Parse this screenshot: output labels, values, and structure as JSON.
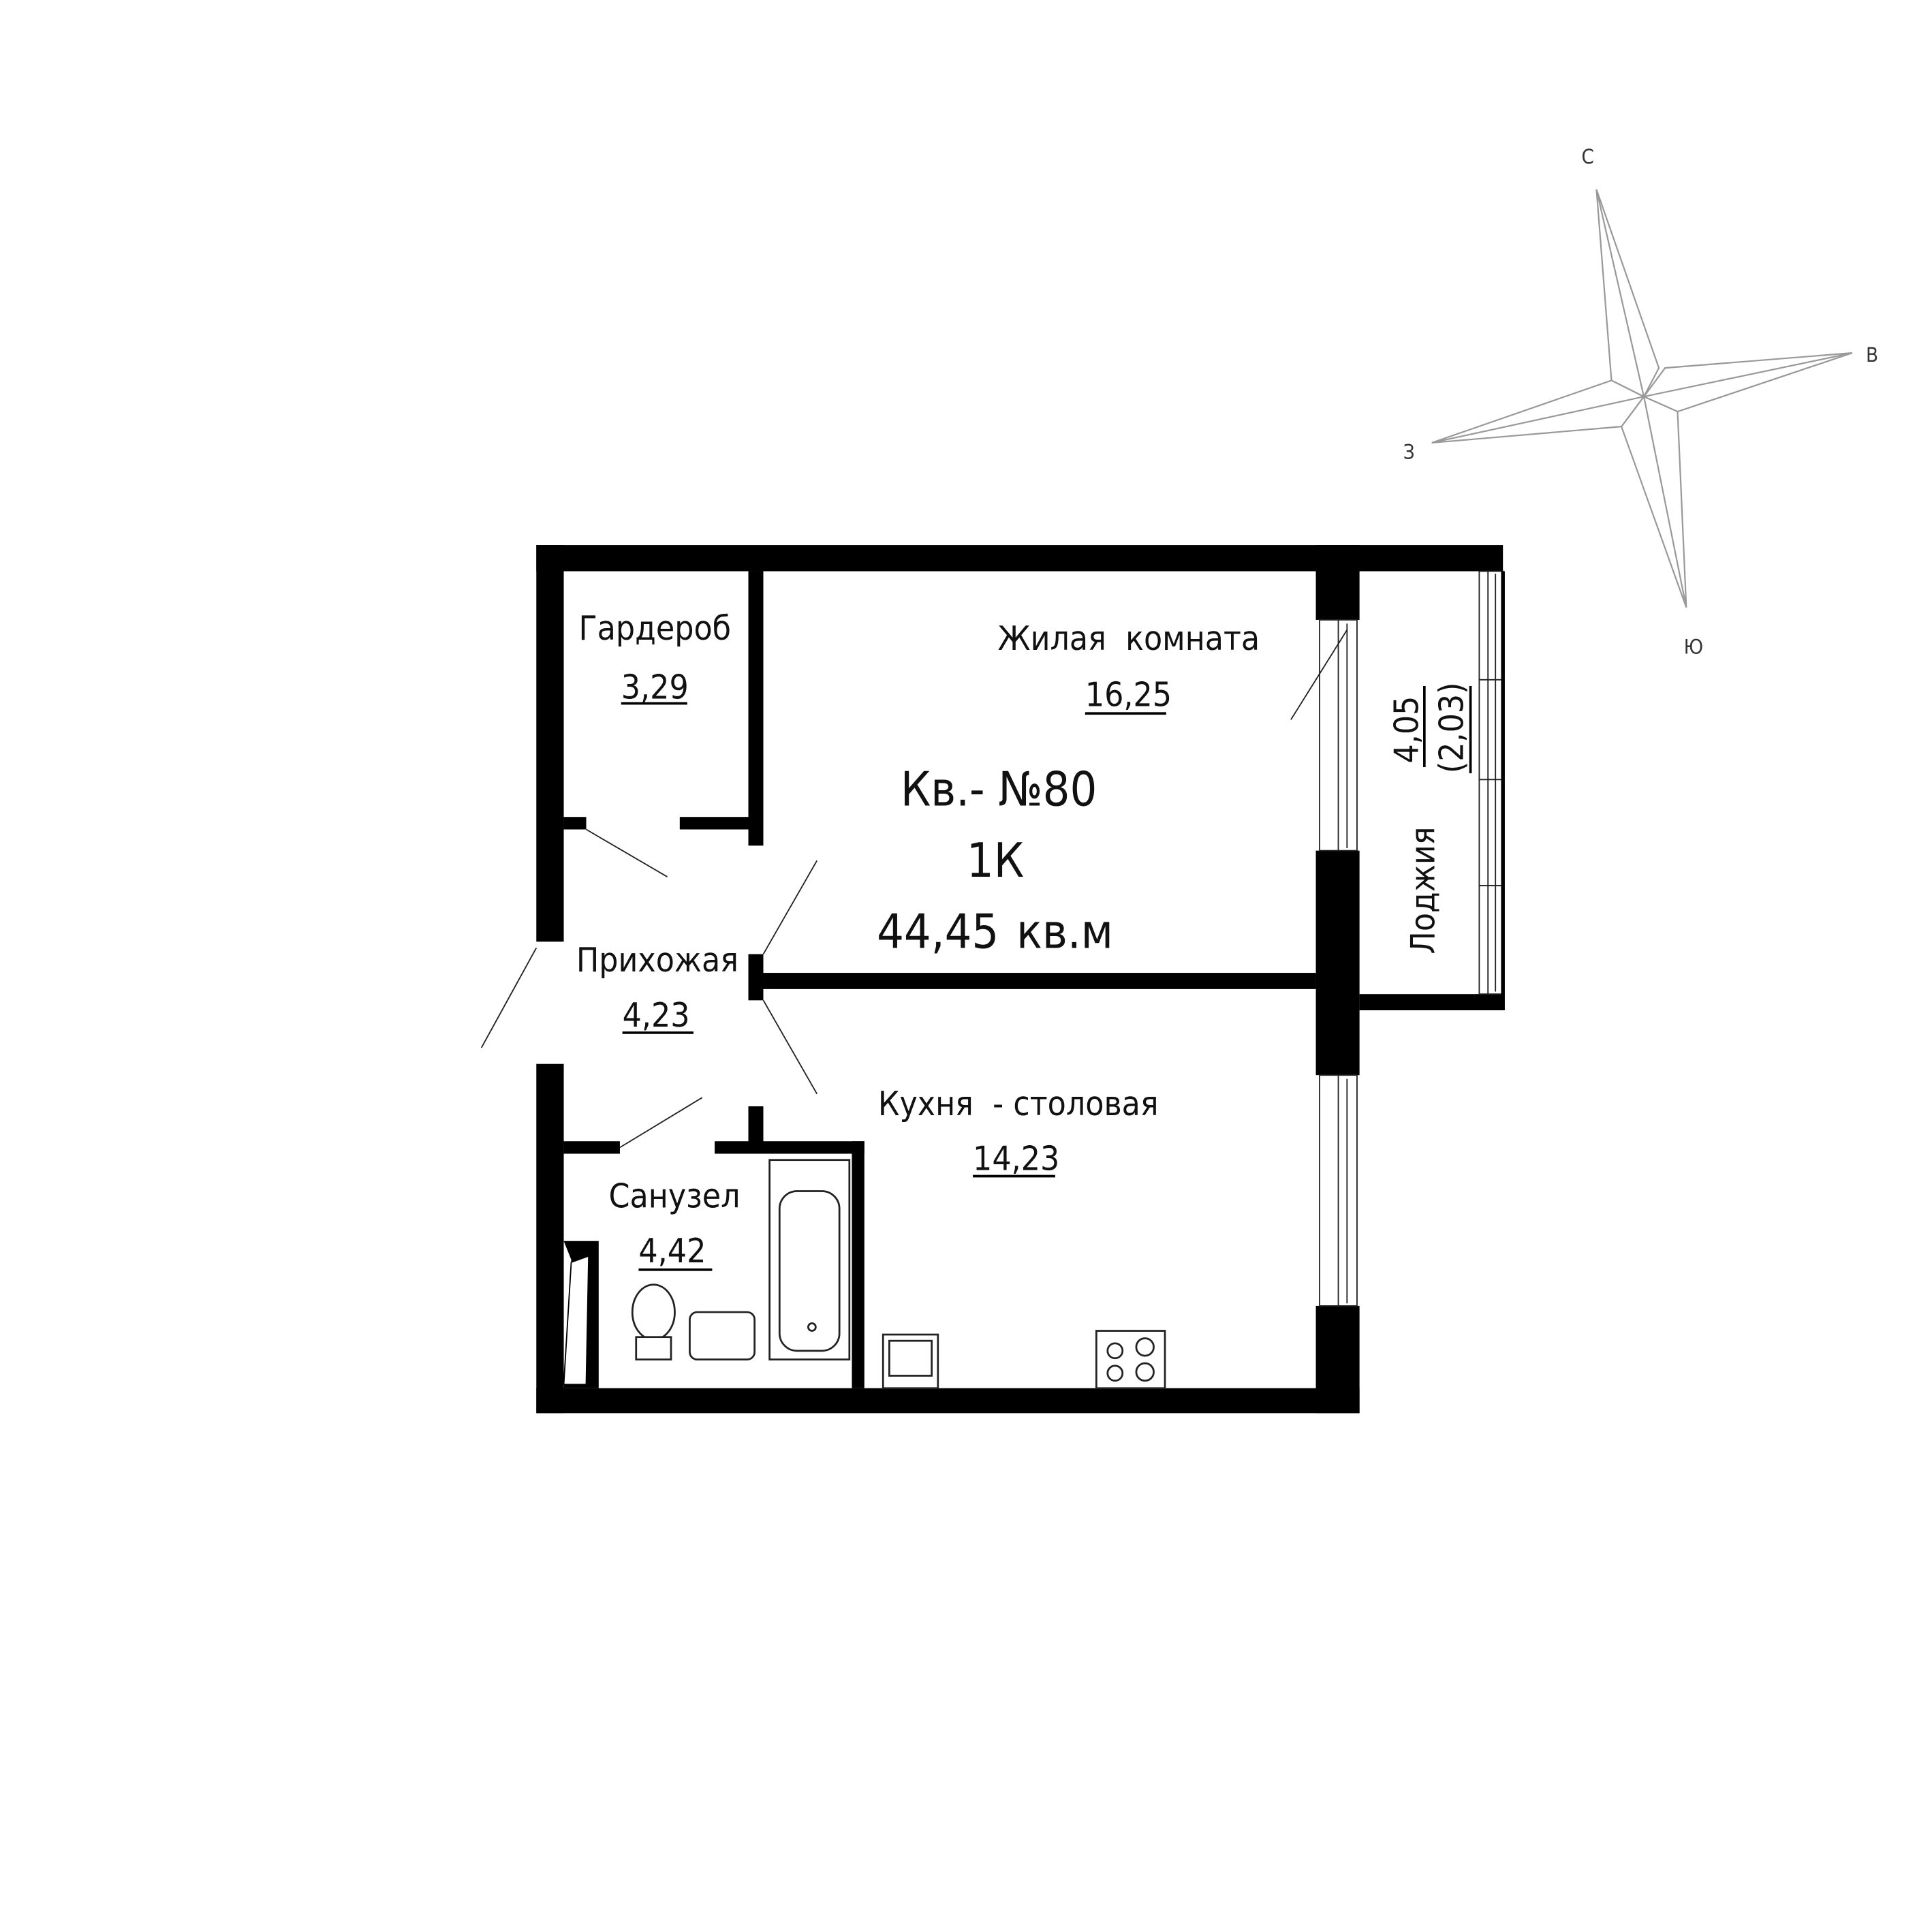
{
  "apartment": {
    "number_label": "Кв.- №80",
    "type": "1К",
    "total_area": "44,45",
    "area_unit": "кв.м"
  },
  "rooms": {
    "wardrobe": {
      "name": "Гардероб",
      "area": "3,29"
    },
    "living": {
      "name": "Жилая  комната",
      "area": "16,25"
    },
    "hallway": {
      "name": "Прихожая",
      "area": "4,23"
    },
    "kitchen": {
      "name": "Кухня  - столовая",
      "area": "14,23"
    },
    "bathroom": {
      "name": "Санузел",
      "area": "4,42"
    },
    "loggia": {
      "name": "Лоджия",
      "area": "4,05",
      "reduced_area": "(2,03)"
    }
  },
  "compass": {
    "north": "С",
    "east": "В",
    "west": "З",
    "south": "Ю"
  },
  "colors": {
    "wall": "#000000",
    "line": "#222222",
    "compass": "#999999"
  }
}
